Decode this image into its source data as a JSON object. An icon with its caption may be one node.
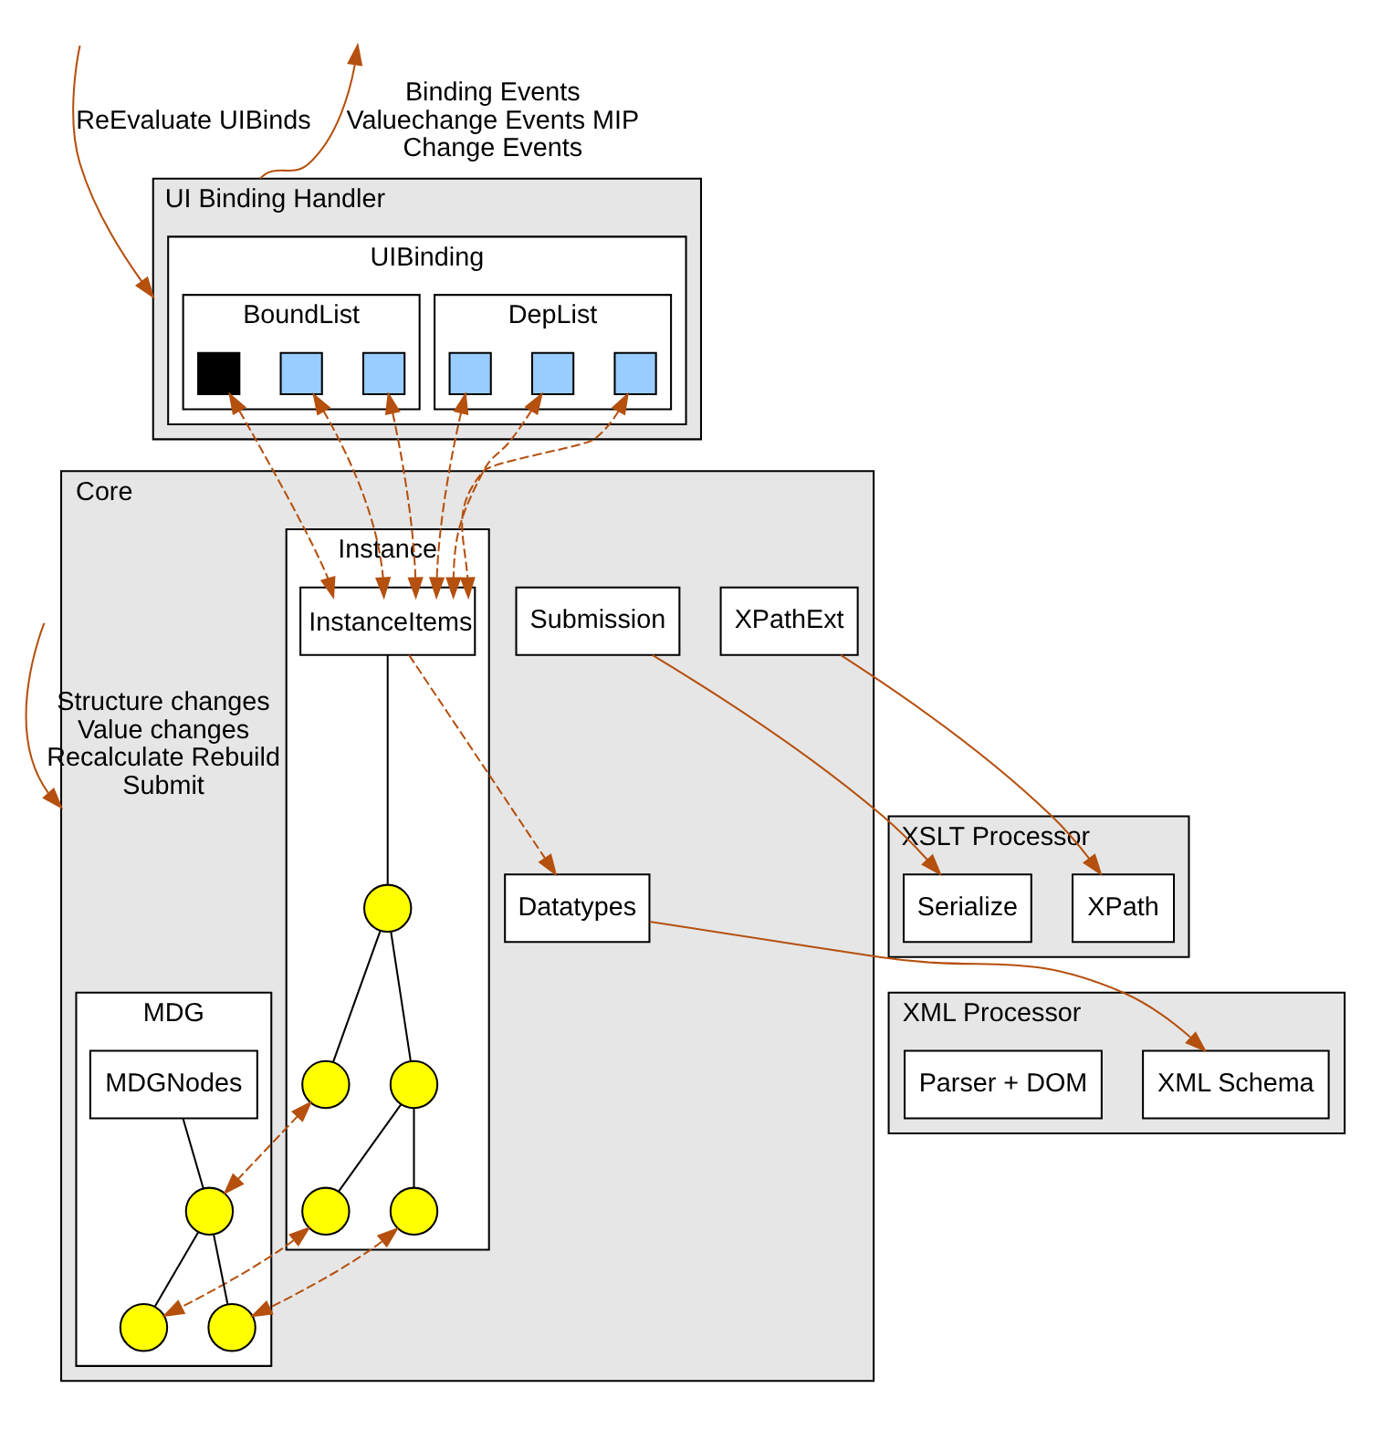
{
  "diagram": {
    "nodes": [
      {
        "text": [
          "UI Binding Handler"
        ]
      },
      {
        "text": [
          "UIBinding"
        ],
        "in": 0
      },
      {
        "text": [
          "BoundList"
        ],
        "in": 1
      },
      {
        "text": [],
        "shape": "box",
        "in": 2
      },
      {
        "text": [],
        "shape": "box",
        "in": 2
      },
      {
        "text": [],
        "shape": "box",
        "in": 2
      },
      {
        "text": [
          "DepList"
        ],
        "in": 1
      },
      {
        "text": [],
        "shape": "box",
        "in": 6
      },
      {
        "text": [],
        "shape": "box",
        "in": 6
      },
      {
        "text": [],
        "shape": "box",
        "in": 6
      },
      {
        "text": [
          "Core"
        ]
      },
      {
        "text": [
          "Datatypes"
        ],
        "in": 10
      },
      {
        "text": [
          "Instance"
        ],
        "in": 10
      },
      {
        "text": [
          "InstanceItems"
        ],
        "in": 12
      },
      {
        "text": [],
        "shape": "circle",
        "in": 12
      },
      {
        "text": [],
        "shape": "circle",
        "in": 12
      },
      {
        "text": [],
        "shape": "circle",
        "in": 12
      },
      {
        "text": [],
        "shape": "circle",
        "in": 12
      },
      {
        "text": [],
        "shape": "circle",
        "in": 12
      },
      {
        "text": [
          "MDG"
        ],
        "in": 10
      },
      {
        "text": [
          "MDGNodes"
        ],
        "in": 19
      },
      {
        "text": [],
        "shape": "circle",
        "in": 19
      },
      {
        "text": [],
        "shape": "circle",
        "in": 19
      },
      {
        "text": [],
        "shape": "circle",
        "in": 19
      },
      {
        "text": [
          "Submission"
        ],
        "in": 10
      },
      {
        "text": [
          "XPathExt"
        ],
        "in": 10
      },
      {
        "text": [
          "XSLT Processor"
        ]
      },
      {
        "text": [
          "Serialize"
        ],
        "in": 26
      },
      {
        "text": [
          "XPath"
        ],
        "in": 26
      },
      {
        "text": [
          "XML Processor"
        ]
      },
      {
        "text": [
          "XML Schema"
        ],
        "in": 29
      },
      {
        "text": [
          "Parser + DOM"
        ],
        "in": 29
      }
    ],
    "edges": [
      {
        "from": null,
        "to": 10,
        "arrow": "to",
        "label": "Structure changes Value changes Recalculate Rebuild Submit"
      },
      {
        "from": null,
        "to": 0,
        "arrow": "to",
        "label": "ReEvaluate UIBinds"
      },
      {
        "from": 0,
        "to": null,
        "arrow": "to",
        "label": "Binding Events Valuechange Events MIP Change Events"
      },
      {
        "from": 13,
        "to": 3,
        "arrow": "both",
        "style": "dashed"
      },
      {
        "from": 13,
        "to": 4,
        "arrow": "both",
        "style": "dashed"
      },
      {
        "from": 13,
        "to": 5,
        "arrow": "both",
        "style": "dashed"
      },
      {
        "from": 13,
        "to": 7,
        "arrow": "both",
        "style": "dashed"
      },
      {
        "from": 13,
        "to": 8,
        "arrow": "both",
        "style": "dashed"
      },
      {
        "from": 13,
        "to": 9,
        "arrow": "both",
        "style": "dashed"
      },
      {
        "from": 13,
        "to": 11,
        "arrow": "to",
        "style": "dashed"
      },
      {
        "from": 13,
        "to": 14,
        "arrow": "none",
        "color": "#000000"
      },
      {
        "from": 14,
        "to": 15,
        "arrow": "none",
        "color": "#000000"
      },
      {
        "from": 14,
        "to": 16,
        "arrow": "none",
        "color": "#000000"
      },
      {
        "from": 15,
        "to": 17,
        "arrow": "none",
        "color": "#000000"
      },
      {
        "from": 15,
        "to": 18,
        "arrow": "none",
        "color": "#000000"
      },
      {
        "from": 20,
        "to": 21,
        "arrow": "none",
        "color": "#000000"
      },
      {
        "from": 21,
        "to": 22,
        "arrow": "none",
        "color": "#000000"
      },
      {
        "from": 21,
        "to": 23,
        "arrow": "none",
        "color": "#000000"
      },
      {
        "from": 16,
        "to": 21,
        "arrow": "both",
        "style": "dashed"
      },
      {
        "from": 17,
        "to": 22,
        "arrow": "both",
        "style": "dashed"
      },
      {
        "from": 18,
        "to": 23,
        "arrow": "both",
        "style": "dashed"
      },
      {
        "from": 24,
        "to": 27,
        "arrow": "to"
      },
      {
        "from": 25,
        "to": 28,
        "arrow": "to"
      },
      {
        "from": 11,
        "to": 30,
        "arrow": "to"
      }
    ]
  }
}
